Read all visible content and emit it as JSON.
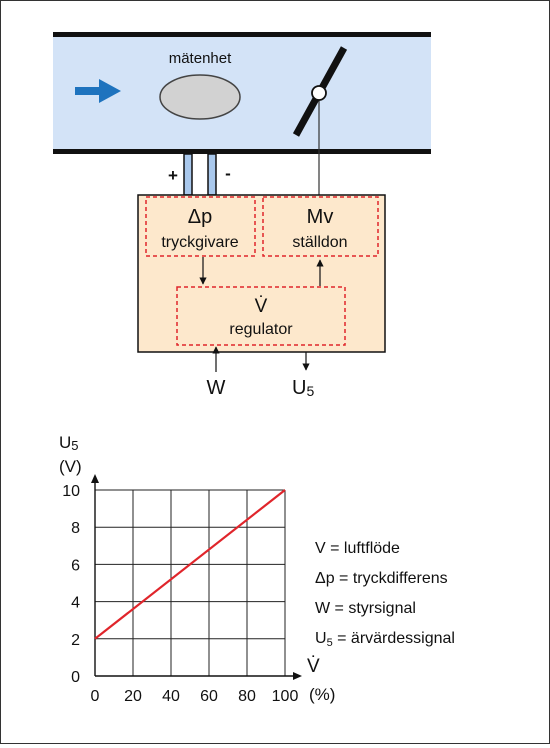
{
  "colors": {
    "duct_fill": "#d3e3f7",
    "controller_fill": "#fde8cc",
    "dashed_red": "#e0252b",
    "arrow_blue": "#1e73be",
    "line_red": "#e0252b",
    "grid": "#222222"
  },
  "duct": {
    "label": "mätenhet",
    "airflow_icon": "arrow-right-icon",
    "damper_icon": "damper-icon"
  },
  "controller": {
    "plus_label": "+",
    "minus_label": "-",
    "sensor": {
      "symbol": "Δp",
      "name": "tryckgivare"
    },
    "actuator": {
      "symbol": "Mv",
      "name": "ställdon"
    },
    "regulator": {
      "symbol": "V̇",
      "name": "regulator"
    },
    "input_label": "W",
    "output_label": "U",
    "output_sub": "5"
  },
  "chart_data": {
    "type": "line",
    "y_axis_label": "U",
    "y_axis_sub": "5",
    "y_axis_unit": "(V)",
    "x_axis_label": "V̇",
    "x_axis_unit": "(%)",
    "xlim": [
      0,
      100
    ],
    "ylim": [
      0,
      10
    ],
    "x_ticks": [
      "0",
      "20",
      "40",
      "60",
      "80",
      "100"
    ],
    "y_ticks": [
      "0",
      "2",
      "4",
      "6",
      "8",
      "10"
    ],
    "grid": true,
    "series": [
      {
        "x": [
          0,
          100
        ],
        "y": [
          2,
          10
        ]
      }
    ]
  },
  "legend": [
    {
      "symbol": "V",
      "text": " = luftflöde"
    },
    {
      "symbol": "Δp",
      "text": " = tryckdifferens"
    },
    {
      "symbol": "W",
      "text": " = styrsignal"
    },
    {
      "symbol": "U",
      "sub": "5",
      "text": " = ärvärdessignal"
    }
  ]
}
